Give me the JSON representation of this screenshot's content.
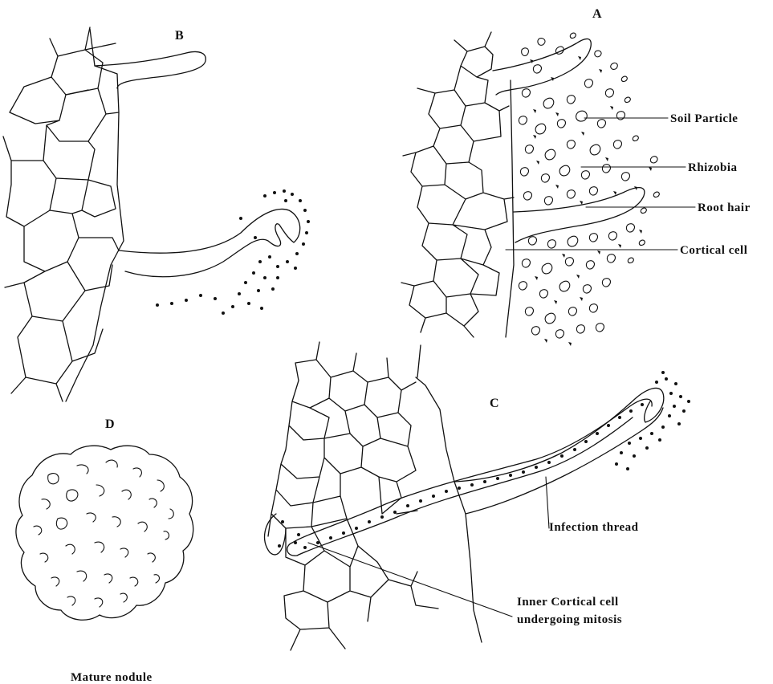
{
  "panels": {
    "a": "A",
    "b": "B",
    "c": "C",
    "d": "D"
  },
  "labels": {
    "soil_particle": "Soil Particle",
    "rhizobia": "Rhizobia",
    "root_hair": "Root hair",
    "cortical_cell": "Cortical cell",
    "infection_thread": "Infection thread",
    "inner_cortical_line1": "Inner Cortical cell",
    "inner_cortical_line2": "undergoing mitosis",
    "mature_nodule": "Mature nodule"
  }
}
